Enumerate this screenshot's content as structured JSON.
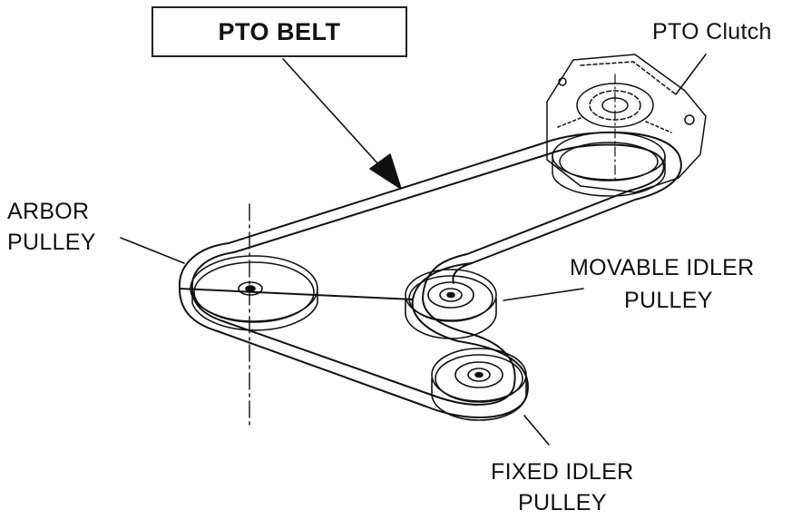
{
  "title": "PTO BELT",
  "labels": {
    "pto_clutch": "PTO Clutch",
    "arbor_line1": "ARBOR",
    "arbor_line2": "PULLEY",
    "movable_line1": "MOVABLE IDLER",
    "movable_line2": "PULLEY",
    "fixed_line1": "FIXED IDLER",
    "fixed_line2": "PULLEY"
  },
  "colors": {
    "ink": "#111111",
    "background": "#ffffff"
  }
}
